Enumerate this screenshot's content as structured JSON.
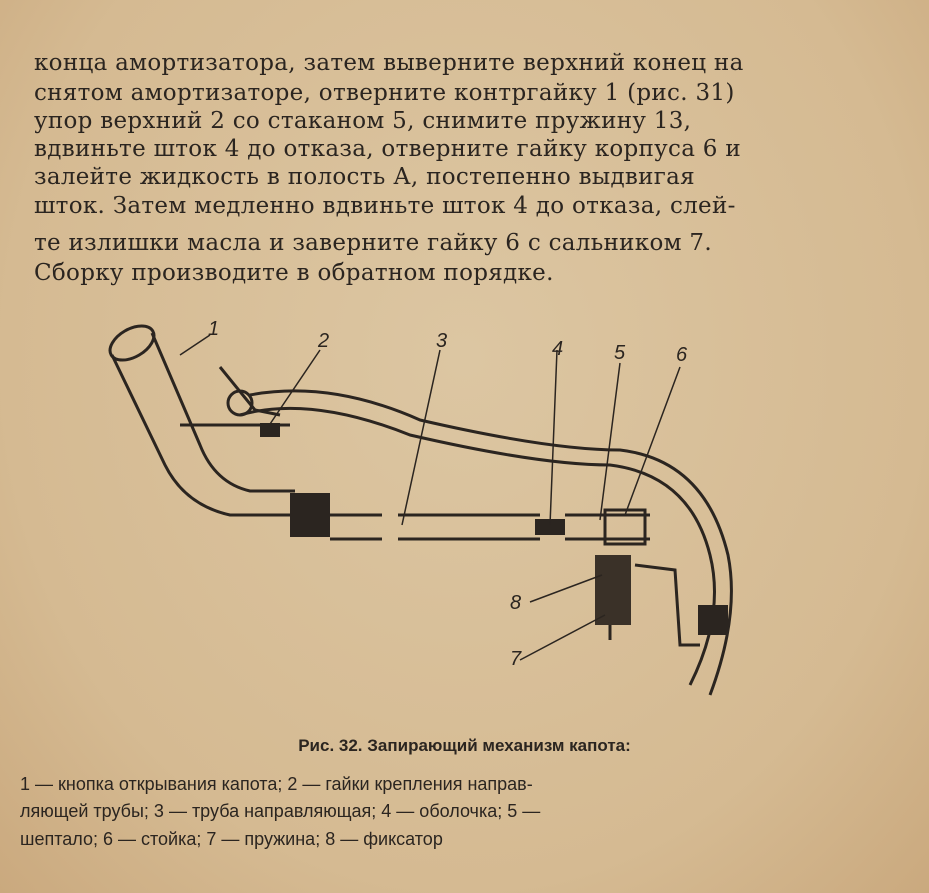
{
  "body_text_lines": [
    "конца амортизатора, затем выверните верхний конец на",
    "снятом амортизаторе, отверните контргайку 1 (рис. 31)",
    "упор верхний 2 со  стаканом  5, снимите  пружину 13,",
    "вдвиньте шток 4 до отказа, отверните гайку корпуса 6 и",
    "залейте жидкость в полость А, постепенно  выдвигая",
    "шток. Затем медленно вдвиньте шток 4 до отказа, слей-",
    "те излишки масла и заверните гайку 6 с сальником 7.",
    "Сборку производите в обратном порядке."
  ],
  "figure": {
    "labels": [
      "1",
      "2",
      "3",
      "4",
      "5",
      "6",
      "7",
      "8"
    ],
    "caption": "Рис. 32. Запирающий механизм капота:",
    "legend_lines": [
      "1 — кнопка открывания капота; 2 — гайки крепления направ-",
      "ляющей трубы; 3 — труба направляющая; 4 — оболочка; 5 —",
      "шептало; 6 — стойка; 7 — пружина; 8 — фиксатор"
    ]
  }
}
